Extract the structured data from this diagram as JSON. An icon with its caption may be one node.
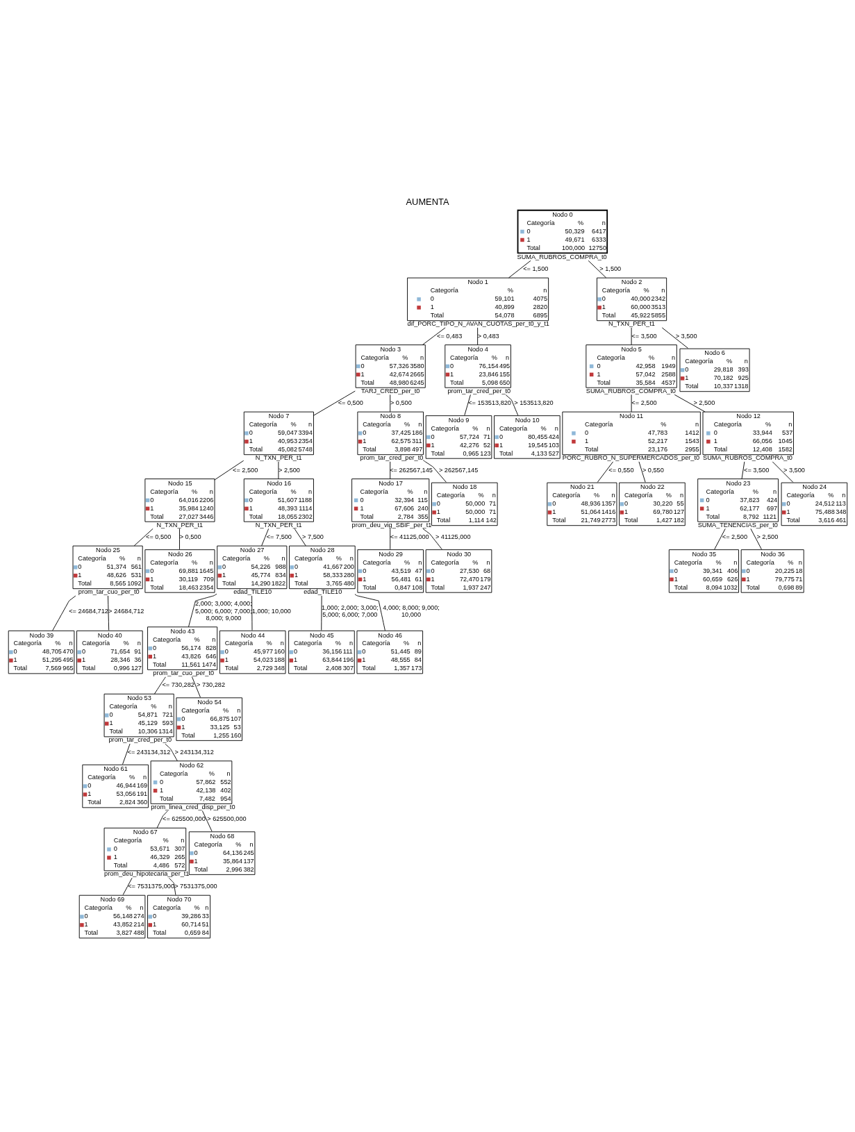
{
  "diagram": {
    "title": "AUMENTA",
    "nodes": [
      {
        "text": [
          "Nodo 0",
          "Categoría",
          "%",
          "n",
          "0",
          "50,329",
          "6417",
          "1",
          "49,671",
          "6333",
          "Total",
          "100,000",
          "12750"
        ],
        "beside": [
          "SUMA_RUBROS_COMPRA_t0"
        ]
      },
      {
        "text": [
          "Nodo 1",
          "Categoría",
          "%",
          "n",
          "0",
          "59,101",
          "4075",
          "1",
          "40,899",
          "2820",
          "Total",
          "54,078",
          "6895"
        ],
        "beside": [
          "dif_PORC_TIPO_N_AVAN_CUOTAS_per_t0_y_t1"
        ]
      },
      {
        "text": [
          "Nodo 2",
          "Categoría",
          "%",
          "n",
          "0",
          "40,000",
          "2342",
          "1",
          "60,000",
          "3513",
          "Total",
          "45,922",
          "5855"
        ],
        "beside": [
          "N_TXN_PER_t1"
        ]
      },
      {
        "text": [
          "Nodo 3",
          "Categoría",
          "%",
          "n",
          "0",
          "57,326",
          "3580",
          "1",
          "42,674",
          "2665",
          "Total",
          "48,980",
          "6245"
        ],
        "beside": [
          "TARJ_CRED_per_t0"
        ]
      },
      {
        "text": [
          "Nodo 4",
          "Categoría",
          "%",
          "n",
          "0",
          "76,154",
          "495",
          "1",
          "23,846",
          "155",
          "Total",
          "5,098",
          "650"
        ],
        "beside": [
          "prom_tar_cred_per_t0"
        ]
      },
      {
        "text": [
          "Nodo 5",
          "Categoría",
          "%",
          "n",
          "0",
          "42,958",
          "1949",
          "1",
          "57,042",
          "2588",
          "Total",
          "35,584",
          "4537"
        ],
        "beside": [
          "SUMA_RUBROS_COMPRA_t0"
        ]
      },
      {
        "text": [
          "Nodo 6",
          "Categoría",
          "%",
          "n",
          "0",
          "29,818",
          "393",
          "1",
          "70,182",
          "925",
          "Total",
          "10,337",
          "1318"
        ]
      },
      {
        "text": [
          "Nodo 7",
          "Categoría",
          "%",
          "n",
          "0",
          "59,047",
          "3394",
          "1",
          "40,953",
          "2354",
          "Total",
          "45,082",
          "5748"
        ],
        "beside": [
          "N_TXN_PER_t1"
        ]
      },
      {
        "text": [
          "Nodo 8",
          "Categoría",
          "%",
          "n",
          "0",
          "37,425",
          "186",
          "1",
          "62,575",
          "311",
          "Total",
          "3,898",
          "497"
        ],
        "beside": [
          "prom_tar_cred_per_t0"
        ]
      },
      {
        "text": [
          "Nodo 9",
          "Categoría",
          "%",
          "n",
          "0",
          "57,724",
          "71",
          "1",
          "42,276",
          "52",
          "Total",
          "0,965",
          "123"
        ]
      },
      {
        "text": [
          "Nodo 10",
          "Categoría",
          "%",
          "n",
          "0",
          "80,455",
          "424",
          "1",
          "19,545",
          "103",
          "Total",
          "4,133",
          "527"
        ]
      },
      {
        "text": [
          "Nodo 11",
          "Categoría",
          "%",
          "n",
          "0",
          "47,783",
          "1412",
          "1",
          "52,217",
          "1543",
          "Total",
          "23,176",
          "2955"
        ],
        "beside": [
          "PORC_RUBRO_N_SUPERMERCADOS_per_t0"
        ]
      },
      {
        "text": [
          "Nodo 12",
          "Categoría",
          "%",
          "n",
          "0",
          "33,944",
          "537",
          "1",
          "66,056",
          "1045",
          "Total",
          "12,408",
          "1582"
        ],
        "beside": [
          "SUMA_RUBROS_COMPRA_t0"
        ]
      },
      {
        "text": [
          "Nodo 15",
          "Categoría",
          "%",
          "n",
          "0",
          "64,016",
          "2206",
          "1",
          "35,984",
          "1240",
          "Total",
          "27,027",
          "3446"
        ],
        "beside": [
          "N_TXN_PER_t1"
        ]
      },
      {
        "text": [
          "Nodo 16",
          "Categoría",
          "%",
          "n",
          "0",
          "51,607",
          "1188",
          "1",
          "48,393",
          "1114",
          "Total",
          "18,055",
          "2302"
        ],
        "beside": [
          "N_TXN_PER_t1"
        ]
      },
      {
        "text": [
          "Nodo 17",
          "Categoría",
          "%",
          "n",
          "0",
          "32,394",
          "115",
          "1",
          "67,606",
          "240",
          "Total",
          "2,784",
          "355"
        ],
        "beside": [
          "prom_deu_vig_SBIF_per_t1"
        ]
      },
      {
        "text": [
          "Nodo 18",
          "Categoría",
          "%",
          "n",
          "0",
          "50,000",
          "71",
          "1",
          "50,000",
          "71",
          "Total",
          "1,114",
          "142"
        ]
      },
      {
        "text": [
          "Nodo 21",
          "Categoría",
          "%",
          "n",
          "0",
          "48,936",
          "1357",
          "1",
          "51,064",
          "1416",
          "Total",
          "21,749",
          "2773"
        ]
      },
      {
        "text": [
          "Nodo 22",
          "Categoría",
          "%",
          "n",
          "0",
          "30,220",
          "55",
          "1",
          "69,780",
          "127",
          "Total",
          "1,427",
          "182"
        ]
      },
      {
        "text": [
          "Nodo 23",
          "Categoría",
          "%",
          "n",
          "0",
          "37,823",
          "424",
          "1",
          "62,177",
          "697",
          "Total",
          "8,792",
          "1121"
        ],
        "beside": [
          "SUMA_TENENCIAS_per_t0"
        ]
      },
      {
        "text": [
          "Nodo 24",
          "Categoría",
          "%",
          "n",
          "0",
          "24,512",
          "113",
          "1",
          "75,488",
          "348",
          "Total",
          "3,616",
          "461"
        ]
      },
      {
        "text": [
          "Nodo 25",
          "Categoría",
          "%",
          "n",
          "0",
          "51,374",
          "561",
          "1",
          "48,626",
          "531",
          "Total",
          "8,565",
          "1092"
        ],
        "beside": [
          "prom_tar_cuo_per_t0"
        ]
      },
      {
        "text": [
          "Nodo 26",
          "Categoría",
          "%",
          "n",
          "0",
          "69,881",
          "1645",
          "1",
          "30,119",
          "709",
          "Total",
          "18,463",
          "2354"
        ]
      },
      {
        "text": [
          "Nodo 27",
          "Categoría",
          "%",
          "n",
          "0",
          "54,226",
          "988",
          "1",
          "45,774",
          "834",
          "Total",
          "14,290",
          "1822"
        ],
        "beside": [
          "edad_TILE10"
        ]
      },
      {
        "text": [
          "Nodo 28",
          "Categoría",
          "%",
          "n",
          "0",
          "41,667",
          "200",
          "1",
          "58,333",
          "280",
          "Total",
          "3,765",
          "480"
        ],
        "beside": [
          "edad_TILE10"
        ]
      },
      {
        "text": [
          "Nodo 29",
          "Categoría",
          "%",
          "n",
          "0",
          "43,519",
          "47",
          "1",
          "56,481",
          "61",
          "Total",
          "0,847",
          "108"
        ]
      },
      {
        "text": [
          "Nodo 30",
          "Categoría",
          "%",
          "n",
          "0",
          "27,530",
          "68",
          "1",
          "72,470",
          "179",
          "Total",
          "1,937",
          "247"
        ]
      },
      {
        "text": [
          "Nodo 35",
          "Categoría",
          "%",
          "n",
          "0",
          "39,341",
          "406",
          "1",
          "60,659",
          "626",
          "Total",
          "8,094",
          "1032"
        ]
      },
      {
        "text": [
          "Nodo 36",
          "Categoría",
          "%",
          "n",
          "0",
          "20,225",
          "18",
          "1",
          "79,775",
          "71",
          "Total",
          "0,698",
          "89"
        ]
      },
      {
        "text": [
          "Nodo 39",
          "Categoría",
          "%",
          "n",
          "0",
          "48,705",
          "470",
          "1",
          "51,295",
          "495",
          "Total",
          "7,569",
          "965"
        ]
      },
      {
        "text": [
          "Nodo 40",
          "Categoría",
          "%",
          "n",
          "0",
          "71,654",
          "91",
          "1",
          "28,346",
          "36",
          "Total",
          "0,996",
          "127"
        ]
      },
      {
        "text": [
          "Nodo 43",
          "Categoría",
          "%",
          "n",
          "0",
          "56,174",
          "828",
          "1",
          "43,826",
          "646",
          "Total",
          "11,561",
          "1474"
        ],
        "beside": [
          "prom_tar_cuo_per_t0"
        ]
      },
      {
        "text": [
          "Nodo 44",
          "Categoría",
          "%",
          "n",
          "0",
          "45,977",
          "160",
          "1",
          "54,023",
          "188",
          "Total",
          "2,729",
          "348"
        ]
      },
      {
        "text": [
          "Nodo 45",
          "Categoría",
          "%",
          "n",
          "0",
          "36,156",
          "111",
          "1",
          "63,844",
          "196",
          "Total",
          "2,408",
          "307"
        ]
      },
      {
        "text": [
          "Nodo 46",
          "Categoría",
          "%",
          "n",
          "0",
          "51,445",
          "89",
          "1",
          "48,555",
          "84",
          "Total",
          "1,357",
          "173"
        ]
      },
      {
        "text": [
          "Nodo 53",
          "Categoría",
          "%",
          "n",
          "0",
          "54,871",
          "721",
          "1",
          "45,129",
          "593",
          "Total",
          "10,306",
          "1314"
        ],
        "beside": [
          "prom_tar_cred_per_t0"
        ]
      },
      {
        "text": [
          "Nodo 54",
          "Categoría",
          "%",
          "n",
          "0",
          "66,875",
          "107",
          "1",
          "33,125",
          "53",
          "Total",
          "1,255",
          "160"
        ]
      },
      {
        "text": [
          "Nodo 61",
          "Categoría",
          "%",
          "n",
          "0",
          "46,944",
          "169",
          "1",
          "53,056",
          "191",
          "Total",
          "2,824",
          "360"
        ]
      },
      {
        "text": [
          "Nodo 62",
          "Categoría",
          "%",
          "n",
          "0",
          "57,862",
          "552",
          "1",
          "42,138",
          "402",
          "Total",
          "7,482",
          "954"
        ],
        "beside": [
          "prom_linea_cred_disp_per_t0"
        ]
      },
      {
        "text": [
          "Nodo 67",
          "Categoría",
          "%",
          "n",
          "0",
          "53,671",
          "307",
          "1",
          "46,329",
          "265",
          "Total",
          "4,486",
          "572"
        ],
        "beside": [
          "prom_deu_hipotecaria_per_t1"
        ]
      },
      {
        "text": [
          "Nodo 68",
          "Categoría",
          "%",
          "n",
          "0",
          "64,136",
          "245",
          "1",
          "35,864",
          "137",
          "Total",
          "2,996",
          "382"
        ]
      },
      {
        "text": [
          "Nodo 69",
          "Categoría",
          "%",
          "n",
          "0",
          "56,148",
          "274",
          "1",
          "43,852",
          "214",
          "Total",
          "3,827",
          "488"
        ]
      },
      {
        "text": [
          "Nodo 70",
          "Categoría",
          "%",
          "n",
          "0",
          "39,286",
          "33",
          "1",
          "60,714",
          "51",
          "Total",
          "0,659",
          "84"
        ]
      }
    ],
    "edges": [
      {
        "from": 0,
        "to": 1,
        "arrow": "none",
        "label": "<= 1,500"
      },
      {
        "from": 0,
        "to": 2,
        "arrow": "none",
        "label": "> 1,500"
      },
      {
        "from": 1,
        "to": 3,
        "arrow": "none",
        "label": "<= 0,483"
      },
      {
        "from": 1,
        "to": 4,
        "arrow": "none",
        "label": "> 0,483"
      },
      {
        "from": 2,
        "to": 5,
        "arrow": "none",
        "label": "<= 3,500"
      },
      {
        "from": 2,
        "to": 6,
        "arrow": "none",
        "label": "> 3,500"
      },
      {
        "from": 3,
        "to": 7,
        "arrow": "none",
        "label": "<= 0,500"
      },
      {
        "from": 3,
        "to": 8,
        "arrow": "none",
        "label": "> 0,500"
      },
      {
        "from": 4,
        "to": 9,
        "arrow": "none",
        "label": "<= 153513,820"
      },
      {
        "from": 4,
        "to": 10,
        "arrow": "none",
        "label": "> 153513,820"
      },
      {
        "from": 5,
        "to": 11,
        "arrow": "none",
        "label": "<= 2,500"
      },
      {
        "from": 5,
        "to": 12,
        "arrow": "none",
        "label": "> 2,500"
      },
      {
        "from": 7,
        "to": 13,
        "arrow": "none",
        "label": "<= 2,500"
      },
      {
        "from": 7,
        "to": 14,
        "arrow": "none",
        "label": "> 2,500"
      },
      {
        "from": 8,
        "to": 15,
        "arrow": "none",
        "label": "<= 262567,145"
      },
      {
        "from": 8,
        "to": 16,
        "arrow": "none",
        "label": "> 262567,145"
      },
      {
        "from": 11,
        "to": 17,
        "arrow": "none",
        "label": "<= 0,550"
      },
      {
        "from": 11,
        "to": 18,
        "arrow": "none",
        "label": "> 0,550"
      },
      {
        "from": 12,
        "to": 19,
        "arrow": "none",
        "label": "<= 3,500"
      },
      {
        "from": 12,
        "to": 20,
        "arrow": "none",
        "label": "> 3,500"
      },
      {
        "from": 13,
        "to": 21,
        "arrow": "none",
        "label": "<= 0,500"
      },
      {
        "from": 13,
        "to": 22,
        "arrow": "none",
        "label": "> 0,500"
      },
      {
        "from": 14,
        "to": 23,
        "arrow": "none",
        "label": "<= 7,500"
      },
      {
        "from": 14,
        "to": 24,
        "arrow": "none",
        "label": "> 7,500"
      },
      {
        "from": 15,
        "to": 25,
        "arrow": "none",
        "label": "<= 41125,000"
      },
      {
        "from": 15,
        "to": 26,
        "arrow": "none",
        "label": "> 41125,000"
      },
      {
        "from": 19,
        "to": 27,
        "arrow": "none",
        "label": "<= 2,500"
      },
      {
        "from": 19,
        "to": 28,
        "arrow": "none",
        "label": "> 2,500"
      },
      {
        "from": 21,
        "to": 29,
        "arrow": "none",
        "label": "<= 24684,712"
      },
      {
        "from": 21,
        "to": 30,
        "arrow": "none",
        "label": "> 24684,712"
      },
      {
        "from": 23,
        "to": 31,
        "arrow": "none",
        "label": "2,000; 3,000; 4,000; 5,000; 6,000; 7,000; 8,000; 9,000"
      },
      {
        "from": 23,
        "to": 32,
        "arrow": "none",
        "label": "1,000; 10,000"
      },
      {
        "from": 24,
        "to": 33,
        "arrow": "none",
        "label": "1,000; 2,000; 3,000; 5,000; 6,000; 7,000"
      },
      {
        "from": 24,
        "to": 34,
        "arrow": "none",
        "label": "4,000; 8,000; 9,000; 10,000"
      },
      {
        "from": 31,
        "to": 35,
        "arrow": "none",
        "label": "<= 730,282"
      },
      {
        "from": 31,
        "to": 36,
        "arrow": "none",
        "label": "> 730,282"
      },
      {
        "from": 35,
        "to": 37,
        "arrow": "none",
        "label": "<= 243134,312"
      },
      {
        "from": 35,
        "to": 38,
        "arrow": "none",
        "label": "> 243134,312"
      },
      {
        "from": 38,
        "to": 39,
        "arrow": "none",
        "label": "<= 625500,000"
      },
      {
        "from": 38,
        "to": 40,
        "arrow": "none",
        "label": "> 625500,000"
      },
      {
        "from": 39,
        "to": 41,
        "arrow": "none",
        "label": "<= 7531375,000"
      },
      {
        "from": 39,
        "to": 42,
        "arrow": "none",
        "label": "> 7531375,000"
      }
    ]
  }
}
